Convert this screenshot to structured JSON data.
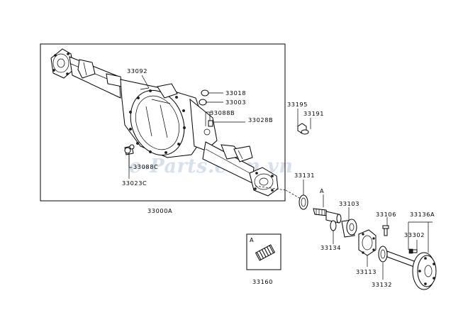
{
  "watermark": "e-Parts.com.vn",
  "parts": {
    "assembly": "33000A",
    "p33092": "33092",
    "p33018": "33018",
    "p33003": "33003",
    "p33088B": "33088B",
    "p33028B": "33028B",
    "p33088C": "33088C",
    "p33023C": "33023C",
    "p33195": "33195",
    "p33191": "33191",
    "p33131": "33131",
    "p33103": "33103",
    "p33134": "33134",
    "p33106": "33106",
    "p33136A": "33136A",
    "p33302": "33302",
    "p33113": "33113",
    "p33132": "33132",
    "p33160": "33160"
  },
  "markers": {
    "shaft_ref": "A",
    "inset_ref": "A"
  }
}
